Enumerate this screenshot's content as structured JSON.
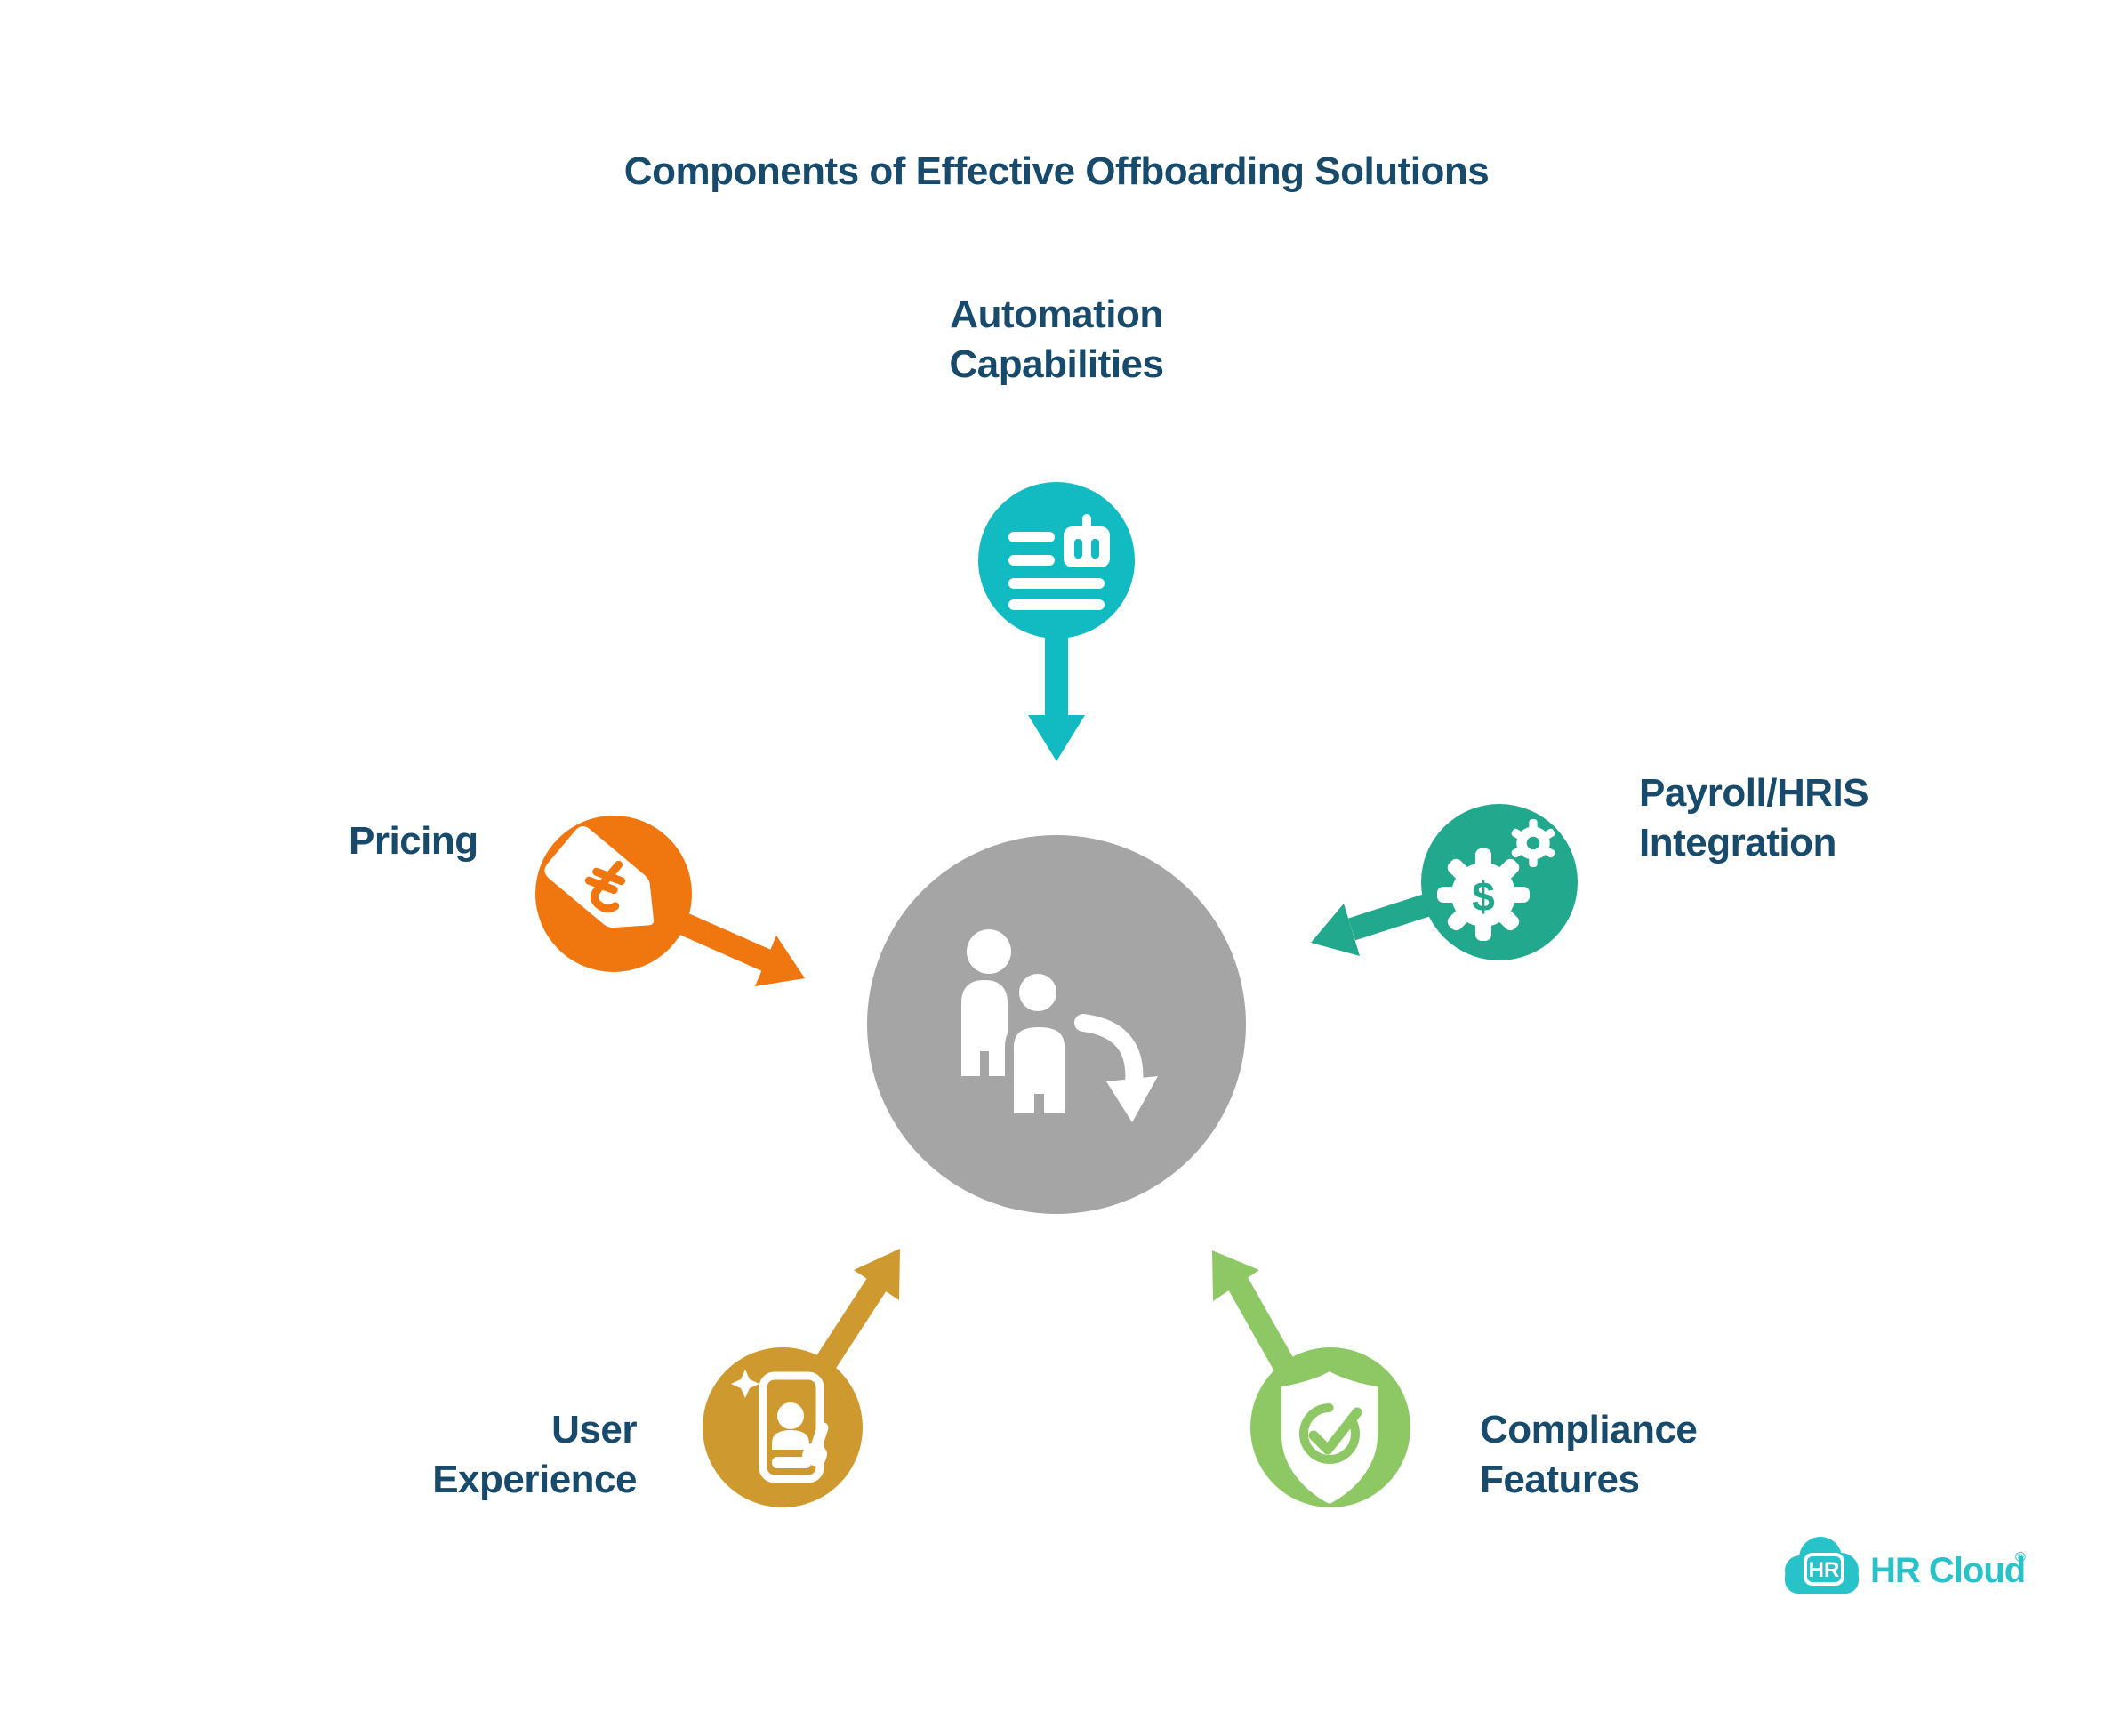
{
  "title": "Components of Effective Offboarding Solutions",
  "nodes": {
    "automation": {
      "line1": "Automation",
      "line2": "Capabilities"
    },
    "payroll": {
      "line1": "Payroll/HRIS",
      "line2": "Integration"
    },
    "compliance": {
      "line1": "Compliance",
      "line2": "Features"
    },
    "user_experience": {
      "line1": "User",
      "line2": "Experience"
    },
    "pricing": {
      "line1": "Pricing"
    }
  },
  "center": {
    "icon": "offboarding-employees"
  },
  "icons": {
    "payroll_dollar": "$"
  },
  "logo": {
    "badge": "HR",
    "brand": "HR Cloud",
    "registered": "®"
  },
  "colors": {
    "text_navy": "#174A6B",
    "automation_teal": "#12BBC1",
    "payroll_green_teal": "#22A88D",
    "compliance_green": "#8EC865",
    "user_experience_gold": "#CE9A30",
    "pricing_orange": "#F0770F",
    "center_gray": "#A5A5A5",
    "logo_teal": "#28C3C9",
    "background": "#FFFFFF"
  }
}
